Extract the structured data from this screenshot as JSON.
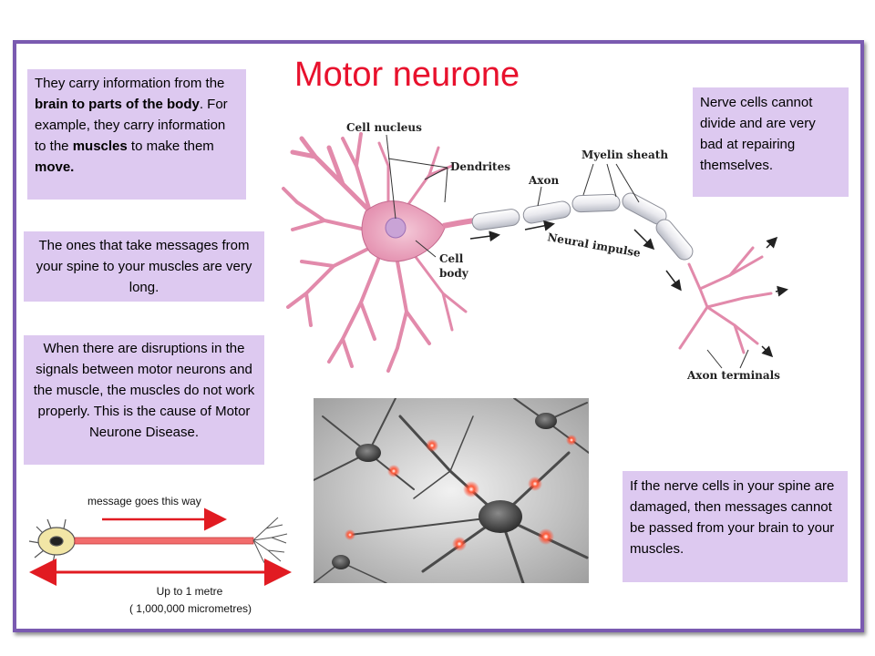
{
  "title": "Motor neurone",
  "box1": {
    "p1": "They carry information from the ",
    "b1": "brain to parts of the body",
    "p2": ". For example, they carry information to the ",
    "b2": "muscles",
    "p3": " to make them ",
    "b3": "move."
  },
  "box2": "The ones that take messages from your spine to your muscles are very long.",
  "box3": "When there are disruptions in the signals between motor neurons and the muscle, the muscles do not work properly. This is the cause of Motor Neurone Disease.",
  "box4": "Nerve cells cannot divide and are very bad at repairing themselves.",
  "box5": "If the nerve cells in your spine are damaged, then messages cannot be passed from your brain to your muscles.",
  "diagram_labels": {
    "cell_nucleus": "Cell nucleus",
    "dendrites": "Dendrites",
    "axon": "Axon",
    "myelin_sheath": "Myelin sheath",
    "neural_impulse": "Neural impulse",
    "cell_body_1": "Cell",
    "cell_body_2": "body",
    "axon_terminals": "Axon terminals"
  },
  "small_diagram": {
    "message_label": "message goes this way",
    "length_line1": "Up to 1 metre",
    "length_line2": "( 1,000,000 micrometres)"
  },
  "colors": {
    "title": "#e8112d",
    "box_fill": "#ddc9f0",
    "frame": "#7a5ab0",
    "neuron_pink": "#e89ab4",
    "arrow_red": "#e11b22"
  }
}
